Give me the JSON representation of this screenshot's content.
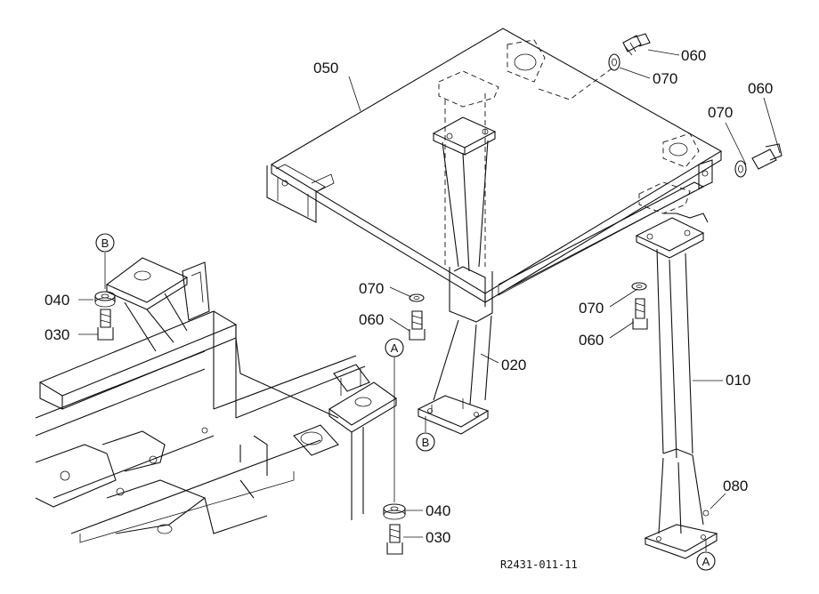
{
  "labels": {
    "p050": "050",
    "p060_top": "060",
    "p070_top": "070",
    "p060_right": "060",
    "p070_right": "070",
    "p070_mid": "070",
    "p060_mid": "060",
    "p070_rmid": "070",
    "p060_rmid": "060",
    "p020": "020",
    "p010": "010",
    "p080": "080",
    "p040_left": "040",
    "p030_left": "030",
    "p040_bottom": "040",
    "p030_bottom": "030"
  },
  "callouts": {
    "b_top": "B",
    "a_mid": "A",
    "b_bottom": "B",
    "a_bottom": "A"
  },
  "drawing_code": "R2431-011-11"
}
